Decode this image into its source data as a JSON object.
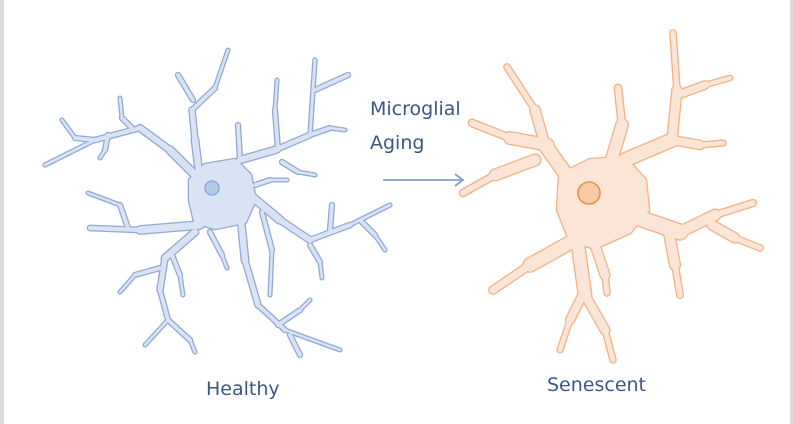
{
  "diagram": {
    "healthy_label": "Healthy",
    "senescent_label": "Senescent",
    "transition_label_line1": "Microglial",
    "transition_label_line2": "Aging",
    "colors": {
      "healthy_fill": "#dae3f3",
      "healthy_stroke": "#8eaad8",
      "senescent_fill": "#fbe5d6",
      "senescent_stroke": "#f4b183",
      "senescent_nucleus": "#f8cba6",
      "senescent_nucleus_stroke": "#e5914e",
      "text": "#3b5785",
      "arrow": "#7f9fd0"
    }
  }
}
